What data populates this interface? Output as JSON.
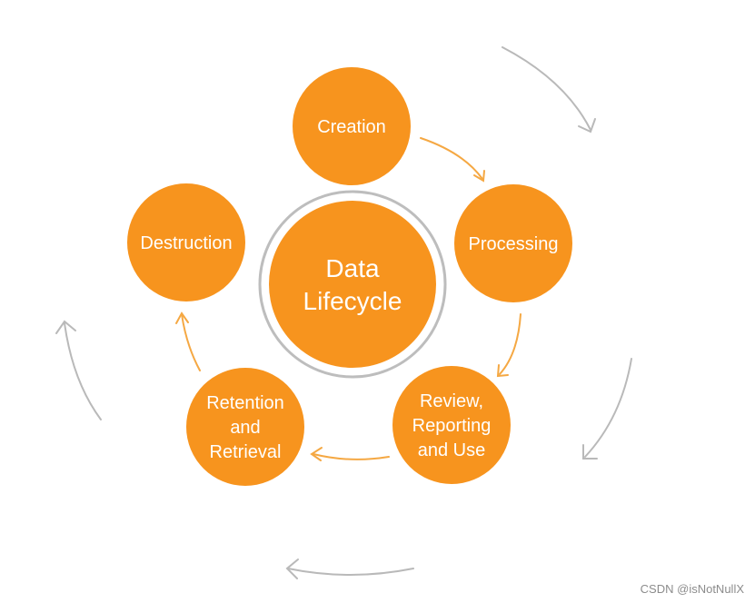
{
  "diagram": {
    "center": {
      "lines": [
        "Data",
        "Lifecycle"
      ]
    },
    "stages": [
      {
        "id": "creation",
        "lines": [
          "Creation"
        ]
      },
      {
        "id": "processing",
        "lines": [
          "Processing"
        ]
      },
      {
        "id": "review",
        "lines": [
          "Review,",
          "Reporting",
          "and Use"
        ]
      },
      {
        "id": "retention",
        "lines": [
          "Retention",
          "and",
          "Retrieval"
        ]
      },
      {
        "id": "destruction",
        "lines": [
          "Destruction"
        ]
      }
    ],
    "flow": "clockwise",
    "colors": {
      "node_fill": "#F7941E",
      "inner_arrow": "#F5A843",
      "outer_arrow": "#B9B9B9",
      "center_ring": "#BDBDBD"
    }
  },
  "watermark": "CSDN @isNotNullX"
}
